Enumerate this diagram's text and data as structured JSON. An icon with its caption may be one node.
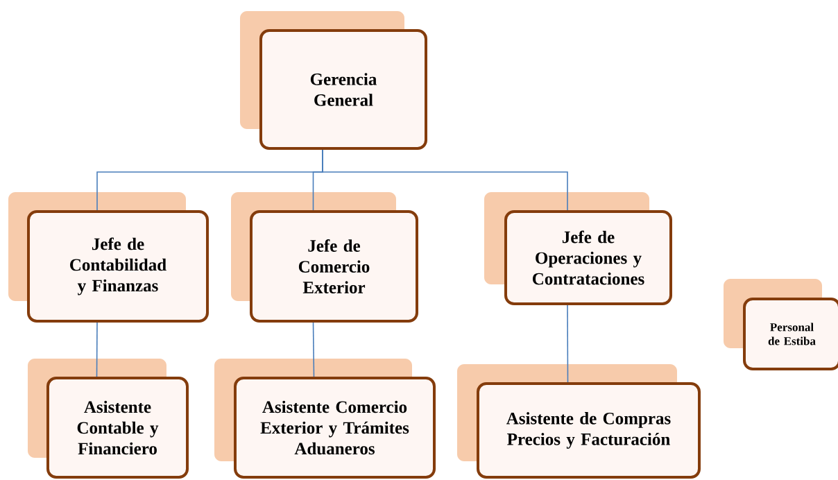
{
  "diagram": {
    "nodes": [
      {
        "text": [
          "Gerencia General"
        ]
      },
      {
        "text": [
          "Jefe de Contabilidad y Finanzas"
        ]
      },
      {
        "text": [
          "Jefe de Comercio Exterior"
        ]
      },
      {
        "text": [
          "Jefe de Operaciones y Contrataciones"
        ]
      },
      {
        "text": [
          "Asistente Contable y Financiero"
        ]
      },
      {
        "text": [
          "Asistente Comercio Exterior y Trámites Aduaneros"
        ]
      },
      {
        "text": [
          "Asistente de Compras Precios y Facturación"
        ]
      },
      {
        "text": [
          "Personal de Estiba"
        ]
      }
    ],
    "edges": [
      {
        "from": 0,
        "to": 1,
        "arrow": "none"
      },
      {
        "from": 0,
        "to": 2,
        "arrow": "none"
      },
      {
        "from": 0,
        "to": 3,
        "arrow": "none"
      },
      {
        "from": 1,
        "to": 4,
        "arrow": "none"
      },
      {
        "from": 2,
        "to": 5,
        "arrow": "none"
      },
      {
        "from": 3,
        "to": 6,
        "arrow": "none"
      }
    ]
  }
}
